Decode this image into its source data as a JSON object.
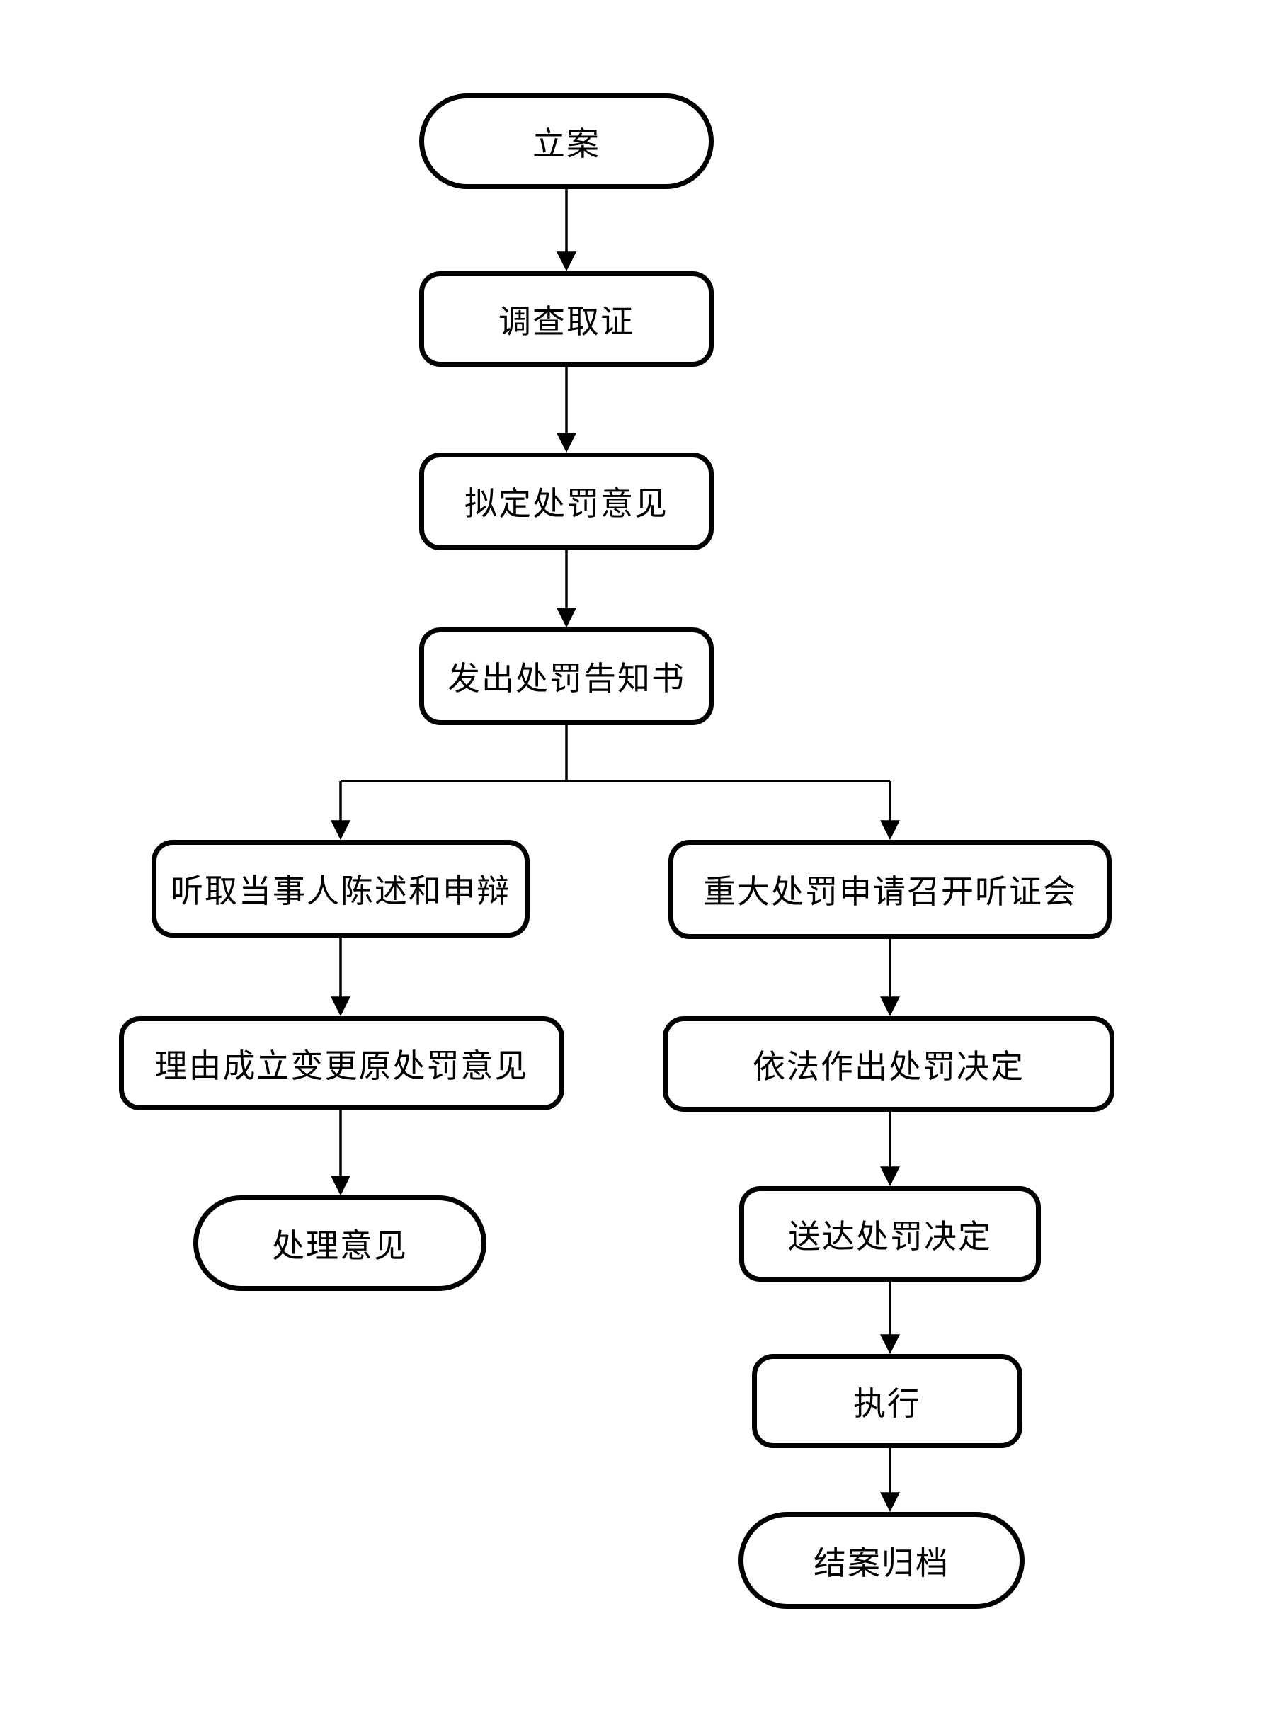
{
  "diagram": {
    "type": "flowchart",
    "colors": {
      "line": "#000000",
      "node_border": "#000000",
      "background": "#ffffff"
    },
    "nodes": {
      "li_an": "立案",
      "diaocha_quzheng": "调查取证",
      "niding_chufa_yijian": "拟定处罚意见",
      "fachu_chufa_gaozhishu": "发出处罚告知书",
      "tingqu_chenshu_shenbian": "听取当事人陈述和申辩",
      "zhongda_tingzhenghui": "重大处罚申请召开听证会",
      "liyou_chengli_biangeng": "理由成立变更原处罚意见",
      "yifa_zuochu_jueding": "依法作出处罚决定",
      "chuli_yijian": "处理意见",
      "songda_chufa_jueding": "送达处罚决定",
      "zhixing": "执行",
      "jiean_guidang": "结案归档"
    }
  }
}
